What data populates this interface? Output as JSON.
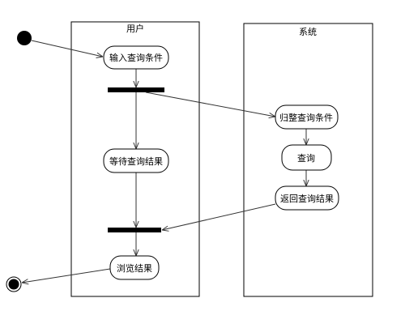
{
  "lanes": {
    "user": {
      "title": "用户"
    },
    "system": {
      "title": "系统"
    }
  },
  "activities": {
    "input_query": "输入查询条件",
    "wait_results": "等待查询结果",
    "browse_results": "浏览结果",
    "normalize_conditions": "归整查询条件",
    "query": "查询",
    "return_results": "返回查询结果"
  }
}
